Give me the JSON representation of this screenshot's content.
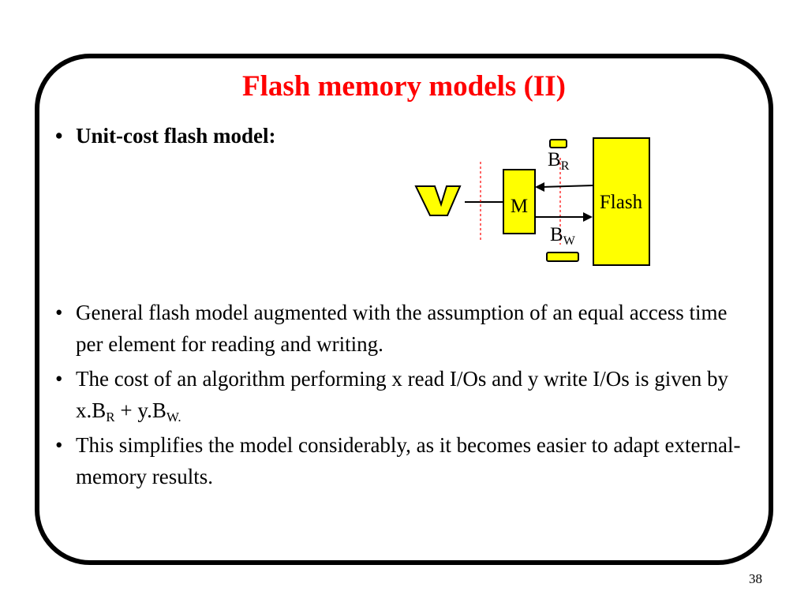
{
  "slide": {
    "title": "Flash memory models (II)",
    "page_number": "38"
  },
  "bullets": [
    {
      "symbol": "•",
      "text": "Unit-cost flash model:"
    },
    {
      "symbol": "•",
      "text": "General flash model augmented with the assumption of an equal access time per element for reading and writing."
    },
    {
      "symbol": "•",
      "text_before": "The cost of an algorithm performing x read I/Os and y write I/Os is given by x.B",
      "sub1": "R",
      "text_mid": " + y.B",
      "sub2": "W."
    },
    {
      "symbol": "•",
      "text": "This simplifies the model considerably, as it becomes easier to adapt external-memory results."
    }
  ],
  "diagram": {
    "memory_label": "M",
    "flash_label": "Flash",
    "read_label": "B",
    "read_sub": "R",
    "write_label": "B",
    "write_sub": "W",
    "colors": {
      "block_fill": "#ffff00",
      "cpu_fill": "#ffff00",
      "divider": "#ff0000",
      "stroke": "#000000"
    }
  }
}
